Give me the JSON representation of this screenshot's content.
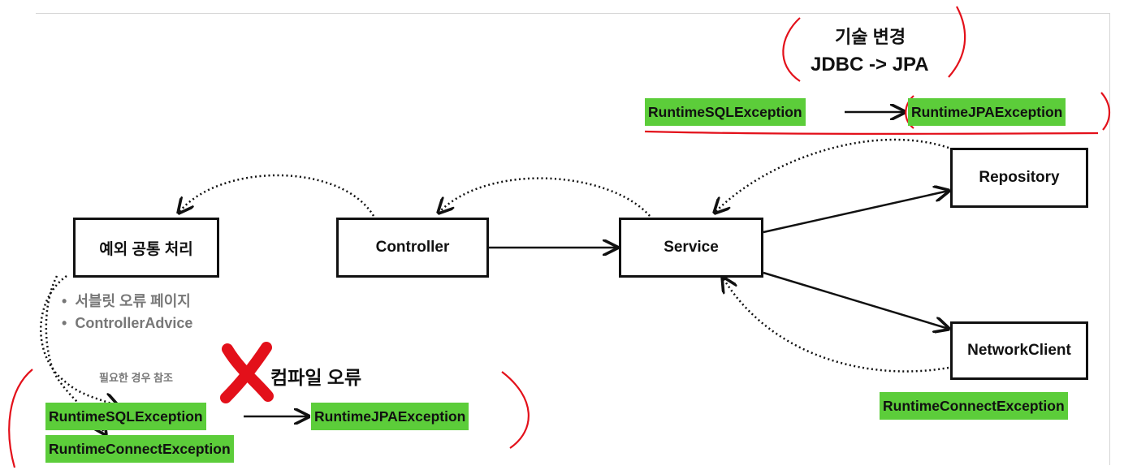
{
  "title": {
    "line1": "기술 변경",
    "line2": "JDBC -> JPA"
  },
  "nodes": {
    "exception_handler": "예외 공통 처리",
    "controller": "Controller",
    "service": "Service",
    "repository": "Repository",
    "network_client": "NetworkClient"
  },
  "notes": {
    "bullets": [
      "서블릿 오류 페이지",
      "ControllerAdvice"
    ],
    "bullet_char": "•",
    "reference": "필요한 경우 참조",
    "compile_error": "컴파일 오류"
  },
  "exceptions": {
    "top_from": "RuntimeSQLException",
    "top_to": "RuntimeJPAException",
    "network": "RuntimeConnectException",
    "bottom_sql": "RuntimeSQLException",
    "bottom_jpa": "RuntimeJPAException",
    "bottom_connect": "RuntimeConnectException"
  },
  "colors": {
    "highlight": "#5ccd3a",
    "annotation": "#e3101a",
    "line": "#111111",
    "note_gray": "#777777"
  }
}
